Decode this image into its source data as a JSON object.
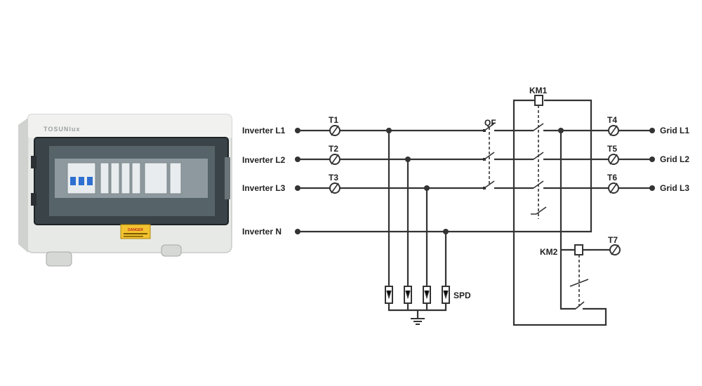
{
  "product": {
    "brand": "TOSUNlux",
    "warning_label": "DANGER"
  },
  "diagram": {
    "inputs": [
      "Inverter L1",
      "Inverter L2",
      "Inverter L3",
      "Inverter N"
    ],
    "outputs": [
      "Grid L1",
      "Grid L2",
      "Grid L3"
    ],
    "terminals": [
      "T1",
      "T2",
      "T3",
      "T4",
      "T5",
      "T6",
      "T7"
    ],
    "breaker": "QF",
    "contactors": [
      "KM1",
      "KM2"
    ],
    "surge_protector": "SPD"
  },
  "colors": {
    "wire": "#333333",
    "enclosure": "#e9ebe8",
    "door_tint": "#3a4448",
    "din_rail": "#a9b3b8",
    "warning": "#f2c230"
  }
}
